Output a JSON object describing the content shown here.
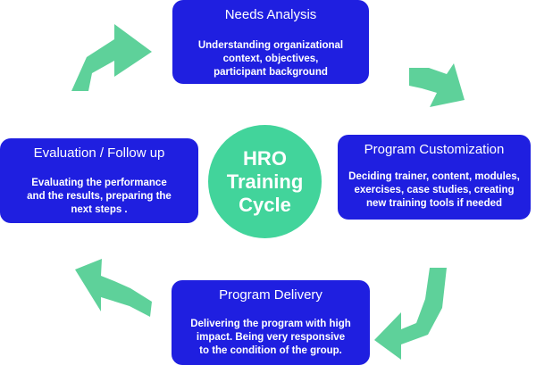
{
  "center": {
    "label": "HRO\nTraining\nCycle"
  },
  "steps": [
    {
      "title": "Needs Analysis",
      "description": "Understanding organizational\ncontext, objectives,\nparticipant background"
    },
    {
      "title": "Program Customization",
      "description": "Deciding trainer, content, modules,\nexercises, case studies, creating\nnew training tools if needed"
    },
    {
      "title": "Program Delivery",
      "description": "Delivering the program with high\nimpact. Being very responsive\nto the condition of the group."
    },
    {
      "title": "Evaluation / Follow up",
      "description": "Evaluating the performance\nand the results, preparing the\nnext steps ."
    }
  ],
  "colors": {
    "box": "#1f1fe0",
    "circle": "#42d49b",
    "arrow": "#5ed19a",
    "text": "#ffffff"
  }
}
